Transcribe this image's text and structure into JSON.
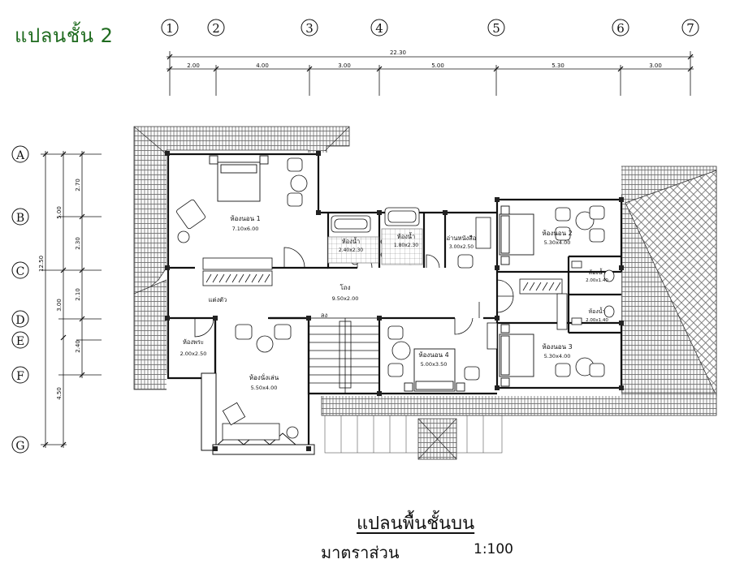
{
  "header": {
    "title": "แปลนชั้น 2"
  },
  "footer": {
    "title": "แปลนพื้นชั้นบน",
    "scale_label": "มาตราส่วน",
    "scale_value": "1:100"
  },
  "grid": {
    "columns": [
      "1",
      "2",
      "3",
      "4",
      "5",
      "6",
      "7"
    ],
    "rows": [
      "A",
      "B",
      "C",
      "D",
      "E",
      "F",
      "G"
    ],
    "overall_width": "22.30",
    "column_spacings": [
      "2.00",
      "4.00",
      "3.00",
      "5.00",
      "5.30",
      "3.00"
    ],
    "overall_depth": "12.50",
    "row_spacings_a": [
      "5.00",
      "3.00",
      "4.50"
    ],
    "row_spacings_b": [
      "2.70",
      "2.30",
      "2.10",
      "2.40"
    ]
  },
  "rooms": {
    "bedroom1": {
      "name": "ห้องนอน 1",
      "size": "7.10x6.00"
    },
    "bedroom2": {
      "name": "ห้องนอน 2",
      "size": "5.30x4.00"
    },
    "bedroom3": {
      "name": "ห้องนอน 3",
      "size": "5.30x4.00"
    },
    "bedroom4": {
      "name": "ห้องนอน 4",
      "size": "5.00x3.50"
    },
    "bath1": {
      "name": "ห้องน้ำ",
      "size": "2.40x2.30"
    },
    "bath2": {
      "name": "ห้องน้ำ",
      "size": "1.80x2.30"
    },
    "bath3": {
      "name": "ห้องน้ำ",
      "size": "2.00x1.40"
    },
    "bath4": {
      "name": "ห้องน้ำ",
      "size": "2.00x1.40"
    },
    "reading": {
      "name": "อ่านหนังสือ",
      "size": "3.00x2.50"
    },
    "hall": {
      "name": "โถง",
      "size": "9.50x2.00"
    },
    "shrine": {
      "name": "ห้องพระ",
      "size": "2.00x2.50"
    },
    "living": {
      "name": "ห้องนั่งเล่น",
      "size": "5.50x4.00"
    },
    "wardrobe": {
      "name": "แต่งตัว"
    },
    "stair": {
      "name": "ลง"
    }
  }
}
